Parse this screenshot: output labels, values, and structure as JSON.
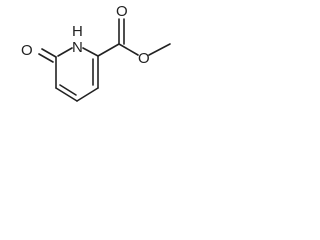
{
  "molecule": {
    "atoms": {
      "carbonyl_oxygen_left": "O",
      "ring_nitrogen": "N",
      "ring_nitrogen_hydrogen": "H",
      "ester_carbonyl_oxygen": "O",
      "ester_ether_oxygen": "O"
    },
    "colors": {
      "bond": "#222222",
      "label": "#222222",
      "background": "#ffffff"
    }
  }
}
